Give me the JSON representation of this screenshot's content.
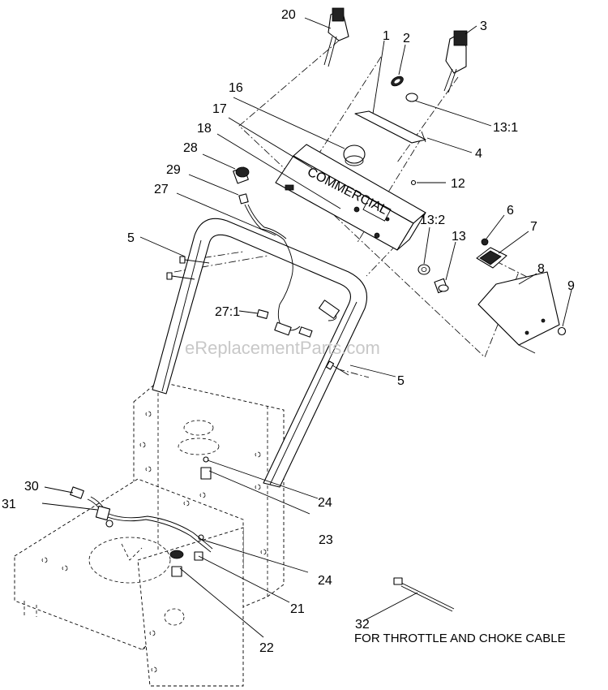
{
  "watermark": "eReplacementParts.com",
  "note": "FOR THROTTLE AND CHOKE CABLE",
  "panel_brand": "COMMERCIAL",
  "callouts": {
    "c1": "1",
    "c2": "2",
    "c3": "3",
    "c4": "4",
    "c5a": "5",
    "c5b": "5",
    "c6": "6",
    "c7": "7",
    "c8": "8",
    "c9": "9",
    "c12": "12",
    "c13": "13",
    "c13_1": "13:1",
    "c13_2": "13:2",
    "c16": "16",
    "c17": "17",
    "c18": "18",
    "c20": "20",
    "c21": "21",
    "c22": "22",
    "c23": "23",
    "c24a": "24",
    "c24b": "24",
    "c27": "27",
    "c27_1": "27:1",
    "c28": "28",
    "c29": "29",
    "c30": "30",
    "c31": "31",
    "c32": "32"
  }
}
